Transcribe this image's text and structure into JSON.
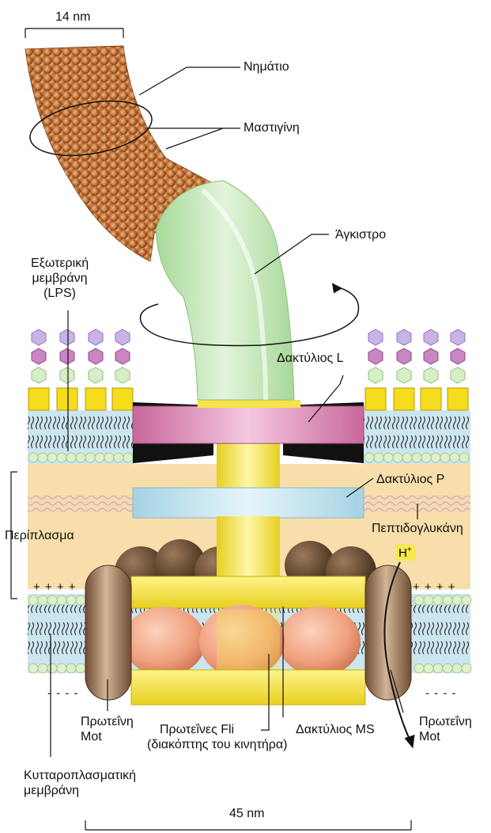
{
  "labels": {
    "scale_top": "14 nm",
    "filament": "Νημάτιο",
    "flagellin": "Μαστιγίνη",
    "hook": "Άγκιστρο",
    "outer_membrane": [
      "Εξωτερική",
      "μεμβράνη",
      "(LPS)"
    ],
    "l_ring": "Δακτύλιος L",
    "p_ring": "Δακτύλιος P",
    "peptidoglycan": "Πεπτιδογλυκάνη",
    "periplasm": "Περίπλασμα",
    "proton": "H",
    "proton_charge": "+",
    "mot_left": [
      "Πρωτεΐνη",
      "Mot"
    ],
    "mot_right": [
      "Πρωτεΐνη",
      "Mot"
    ],
    "fli": [
      "Πρωτεΐνες Fli",
      "(διακόπτης του κινητήρα)"
    ],
    "ms_ring": "Δακτύλιος MS",
    "cytoplasmic_membrane": [
      "Κυτταροπλασματική",
      "μεμβράνη"
    ],
    "scale_bottom": "45 nm",
    "plus_signs": "+ + + +",
    "minus_signs": "- - - -"
  },
  "colors": {
    "filament": "#b8652a",
    "hook": "#bfe3b0",
    "l_ring": "#d98fb8",
    "p_ring": "#bfe2ee",
    "rod": "#f5e34a",
    "periplasm": "#f8deaa",
    "c_ring": "#f0a07e",
    "mot": "#a07858",
    "membrane": "#cce6f0",
    "proton_box": "#f7e94a"
  }
}
